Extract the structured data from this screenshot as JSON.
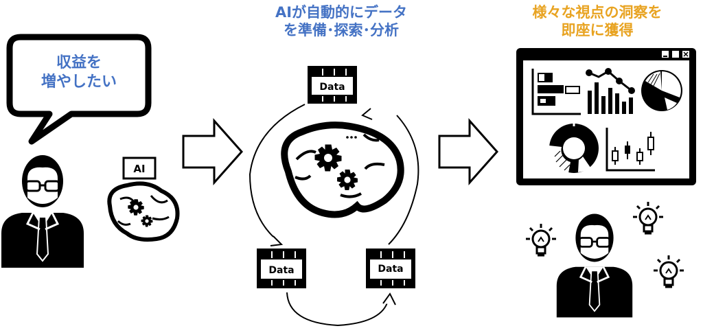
{
  "bubble": {
    "line1": "収益を",
    "line2": "増やしたい"
  },
  "ai_label": "AI",
  "center_caption": {
    "line1": "AIが自動的にデータ",
    "line2": "を準備･探索･分析"
  },
  "right_caption": {
    "line1": "様々な視点の洞察を",
    "line2": "即座に獲得"
  },
  "data_boxes": {
    "top": "Data",
    "bottom_left": "Data",
    "bottom_right": "Data"
  },
  "colors": {
    "blue": "#4472c4",
    "orange": "#e8a321",
    "ink": "#000000"
  },
  "icons": [
    "businessman-icon",
    "brain-icon",
    "gear-icon",
    "arrow-right-icon",
    "dashboard-window-icon",
    "lightbulb-icon",
    "pie-chart-icon",
    "bar-chart-icon",
    "candlestick-chart-icon",
    "donut-chart-icon"
  ]
}
